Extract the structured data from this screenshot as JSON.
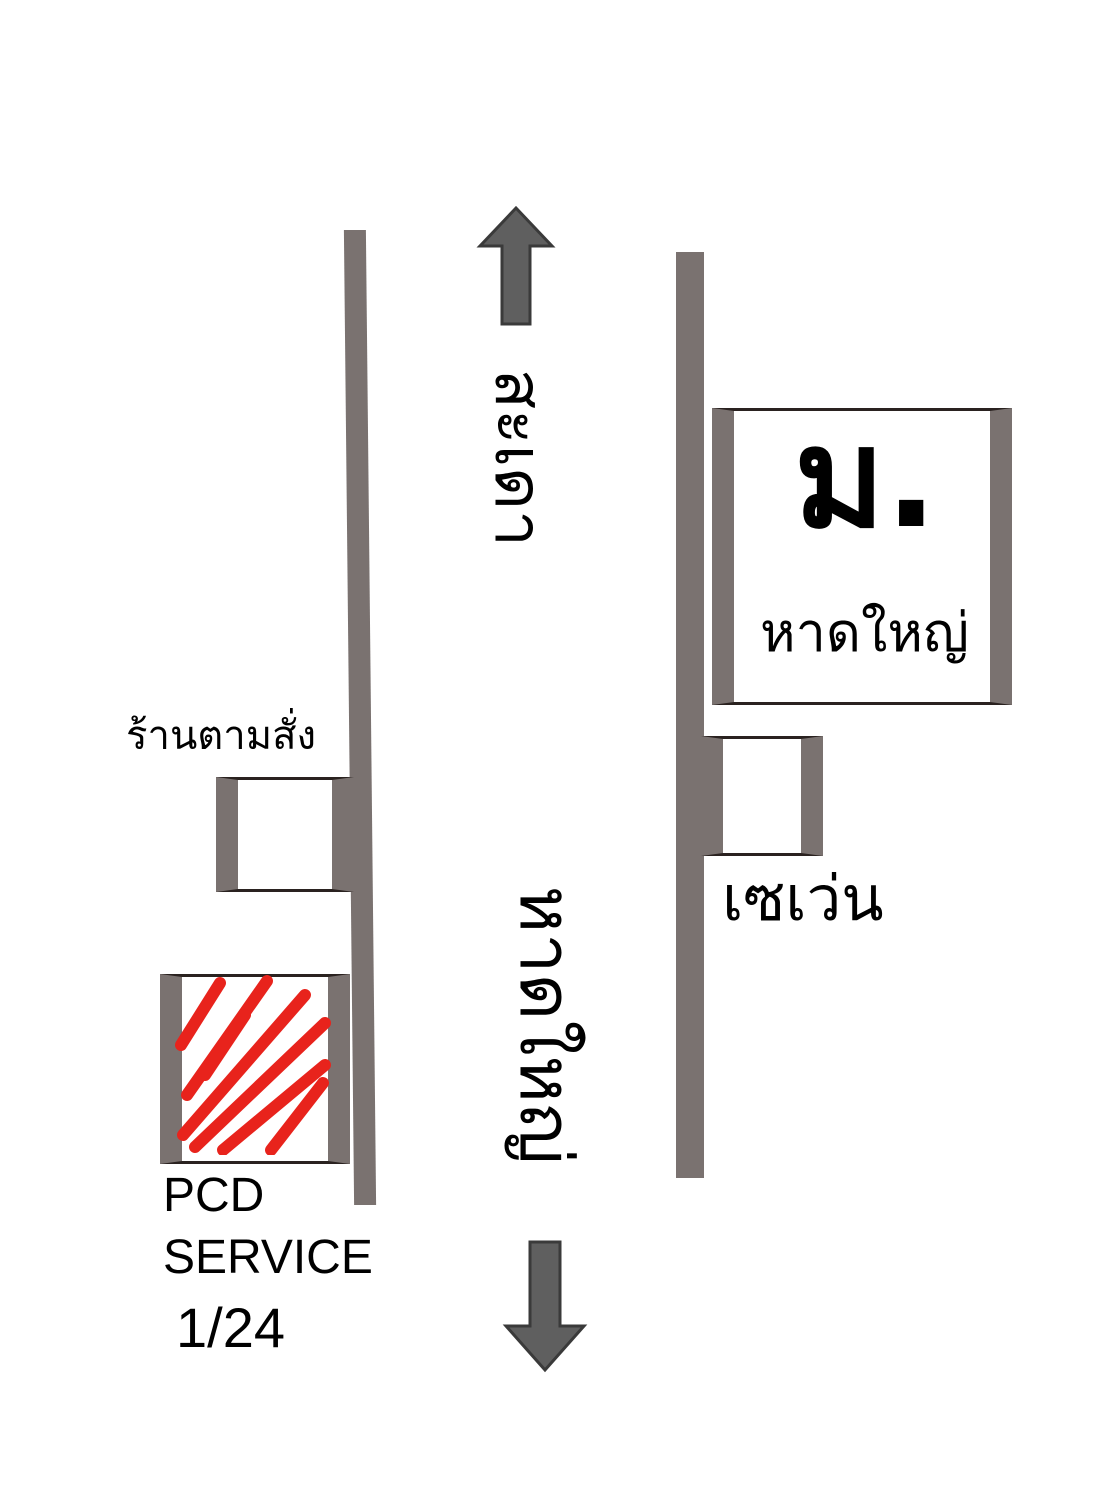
{
  "road_labels": {
    "north": "สะเดา",
    "south": "หาดใหญ่"
  },
  "landmarks": {
    "tam_sang": {
      "label": "ร้านตามสั่ง"
    },
    "pcd_service": {
      "name_line1": "PCD",
      "name_line2": "SERVICE",
      "number": "1/24"
    },
    "university": {
      "big_mark": "ม.",
      "sub_label": "หาดใหญ่"
    },
    "seven_eleven": {
      "label": "เซเว่น"
    }
  },
  "colors": {
    "road": "#7a7270",
    "arrow": "#5f5f5f",
    "highlight": "#e8231c"
  },
  "icons": {
    "north_arrow": "arrow-up-icon",
    "south_arrow": "arrow-down-icon"
  }
}
